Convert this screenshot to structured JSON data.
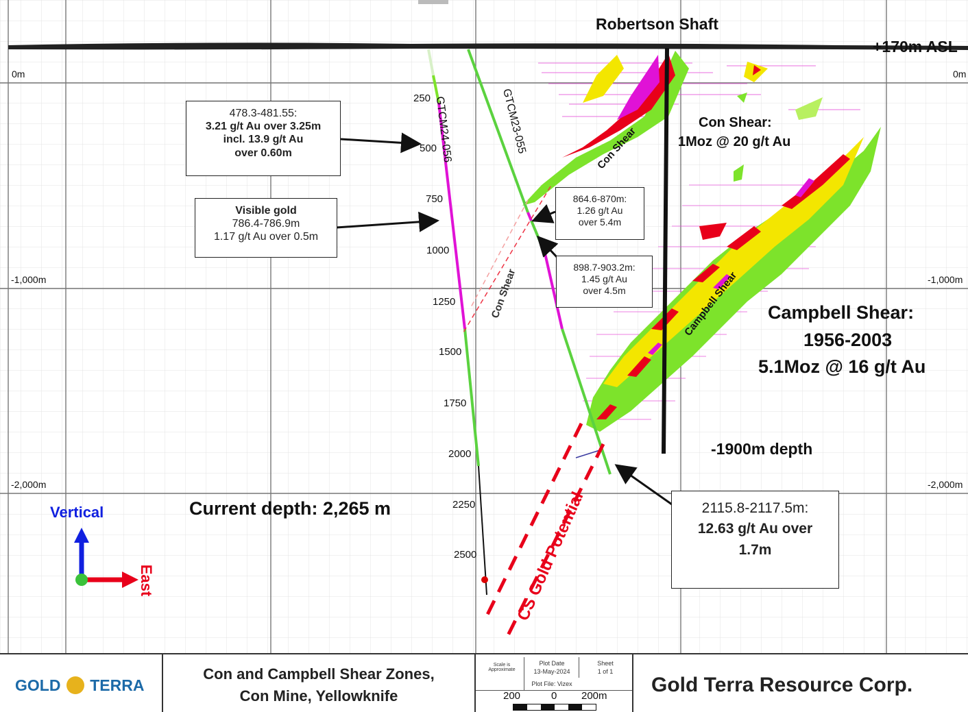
{
  "header": {
    "shaft_label": "Robertson Shaft",
    "elevation_label": "+170m ASL"
  },
  "depth_axis": {
    "left_labels": [
      "0m",
      "-1,000m",
      "-2,000m"
    ],
    "right_labels": [
      "0m",
      "-1,000m",
      "-2,000m"
    ]
  },
  "drillholes": [
    {
      "name": "GTCM24-056",
      "depth_ticks": [
        "250",
        "500",
        "750",
        "1000",
        "1250",
        "1500",
        "1750",
        "2000",
        "2250",
        "2500"
      ]
    },
    {
      "name": "GTCM23-055"
    }
  ],
  "zone_labels": {
    "con_shear_upper": "Con Shear",
    "con_shear_lower": "Con Shear",
    "campbell_shear": "Campbell Shear",
    "cs_potential": "CS Gold Potential"
  },
  "callouts": {
    "c1": [
      "478.3-481.55:",
      "3.21 g/t Au over 3.25m",
      "incl. 13.9 g/t Au",
      "over 0.60m"
    ],
    "c2": [
      "Visible gold",
      "786.4-786.9m",
      "1.17 g/t Au over 0.5m"
    ],
    "c3": [
      "864.6-870m:",
      "1.26 g/t Au",
      "over 5.4m"
    ],
    "c4": [
      "898.7-903.2m:",
      "1.45 g/t Au",
      "over 4.5m"
    ],
    "c5": [
      "2115.8-2117.5m:",
      "12.63 g/t Au over",
      "1.7m"
    ]
  },
  "annotations": {
    "con_shear_title": "Con Shear:",
    "con_shear_resource": "1Moz @ 20 g/t Au",
    "campbell_title": "Campbell Shear:",
    "campbell_years": "1956-2003",
    "campbell_resource": "5.1Moz @ 16 g/t Au",
    "shaft_depth": "-1900m depth",
    "current_depth": "Current depth: 2,265 m"
  },
  "orientation": {
    "vertical": "Vertical",
    "east": "East"
  },
  "title_block": {
    "logo_left": "GOLD",
    "logo_right": "TERRA",
    "title_line1": "Con and Campbell Shear Zones,",
    "title_line2": "Con Mine, Yellowknife",
    "scale_label": "Scale is Approximate",
    "plot_date_label": "Plot Date",
    "plot_date": "13-May-2024",
    "sheet_label": "Sheet",
    "sheet_value": "1 of 1",
    "plot_file": "Plot File: Vizex",
    "scale_ticks": [
      "200",
      "0",
      "200m"
    ],
    "company": "Gold Terra Resource Corp."
  },
  "colors": {
    "grade_high": "#e8001a",
    "grade_mid": "#f3e600",
    "grade_low": "#7de32b",
    "pink": "#e012d6",
    "drill_green": "#5bd23f"
  }
}
